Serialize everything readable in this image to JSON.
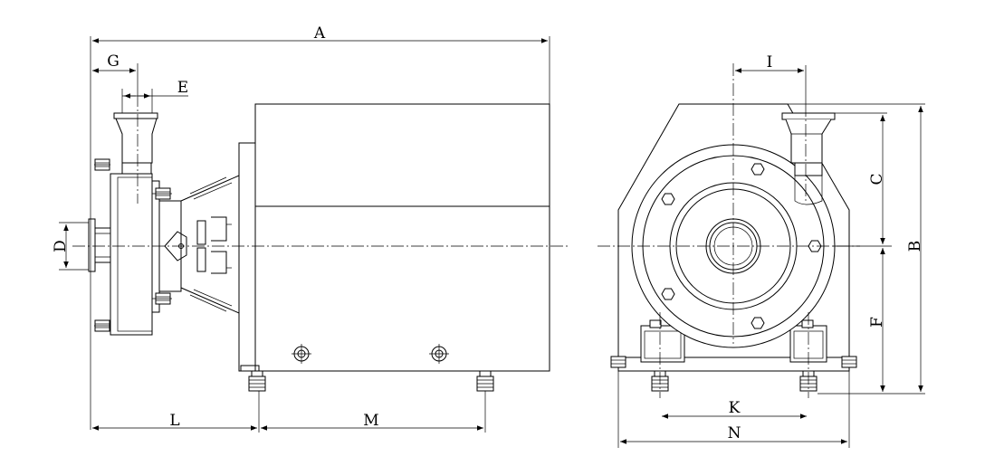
{
  "dimension_labels": {
    "A": "A",
    "B": "B",
    "C": "C",
    "D": "D",
    "E": "E",
    "F": "F",
    "G": "G",
    "I": "I",
    "K": "K",
    "L": "L",
    "M": "M",
    "N": "N"
  }
}
